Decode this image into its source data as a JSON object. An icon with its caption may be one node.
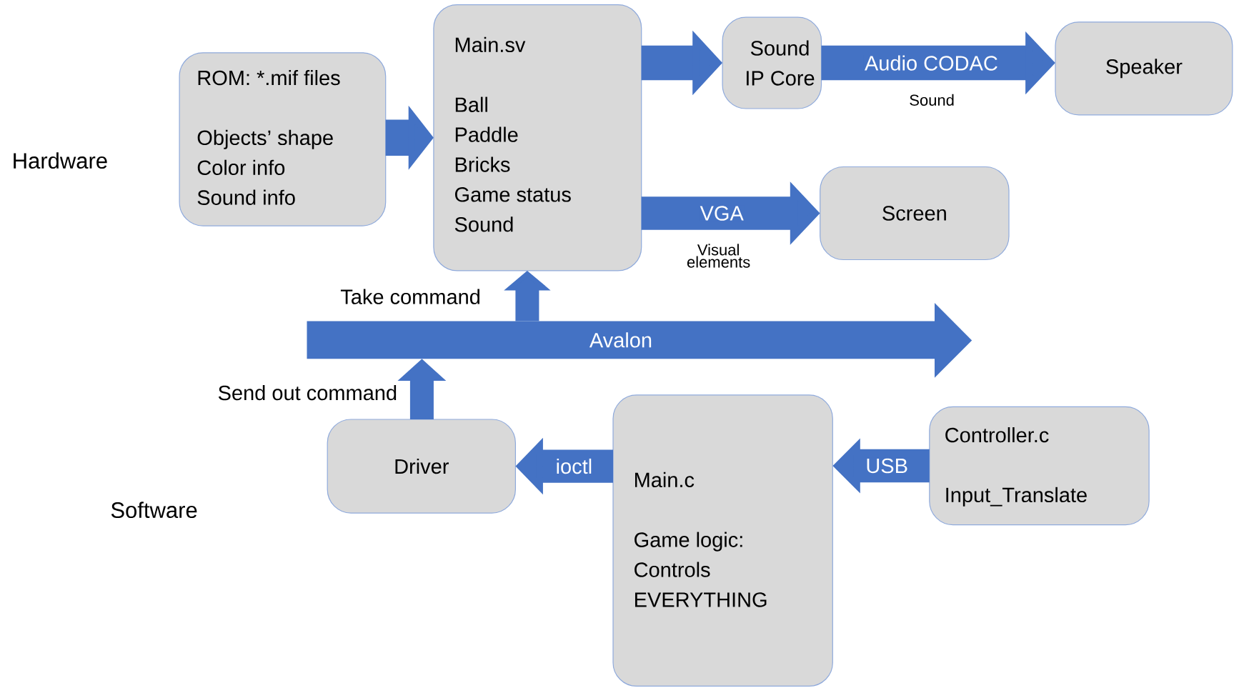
{
  "diagram": {
    "nodes": [
      {
        "text": [
          "ROM: *.mif files",
          "Objects’ shape Color info Sound info"
        ]
      },
      {
        "text": [
          "Main.sv",
          "Ball Paddle Bricks Game status Sound"
        ]
      },
      {
        "text": [
          "Sound IP Core"
        ]
      },
      {
        "text": [
          "Speaker"
        ]
      },
      {
        "text": [
          "Screen"
        ]
      },
      {
        "text": [
          "Avalon"
        ]
      },
      {
        "text": [
          "Driver"
        ]
      },
      {
        "text": [
          "Main.c",
          "Game logic: Controls EVERYTHING"
        ]
      },
      {
        "text": [
          "Controller.c",
          "Input_Translate"
        ]
      }
    ],
    "edges": [
      {
        "from": 0,
        "to": 1,
        "arrow": "to"
      },
      {
        "from": 1,
        "to": 2,
        "arrow": "to"
      },
      {
        "from": 2,
        "to": 3,
        "arrow": "to",
        "label": "Audio CODAC"
      },
      {
        "from": 1,
        "to": 4,
        "arrow": "to",
        "label": "VGA"
      },
      {
        "from": 5,
        "to": 1,
        "arrow": "to",
        "label": "Take command"
      },
      {
        "from": 6,
        "to": 5,
        "arrow": "to",
        "label": "Send out command"
      },
      {
        "from": 7,
        "to": 6,
        "arrow": "to",
        "label": "ioctl"
      },
      {
        "from": 8,
        "to": 7,
        "arrow": "to",
        "label": "USB"
      }
    ],
    "labels": [
      "Hardware",
      "Software",
      "Sound",
      "Visual elements"
    ]
  }
}
